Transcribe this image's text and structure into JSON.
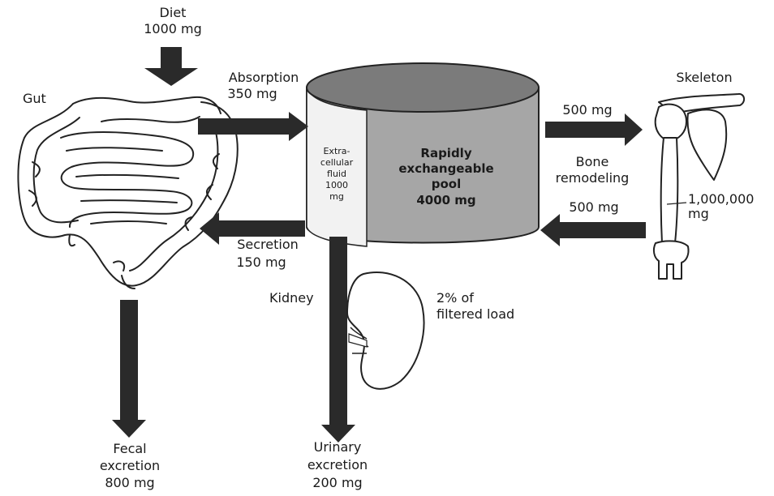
{
  "diet": {
    "label": "Diet",
    "amount": "1000 mg"
  },
  "gut": {
    "label": "Gut"
  },
  "absorption": {
    "label": "Absorption",
    "amount": "350 mg"
  },
  "secretion": {
    "label": "Secretion",
    "amount": "150 mg"
  },
  "fecal": {
    "line1": "Fecal",
    "line2": "excretion",
    "amount": "800 mg"
  },
  "ecf": {
    "line1": "Extra-",
    "line2": "cellular",
    "line3": "fluid",
    "line4": "1000",
    "line5": "mg"
  },
  "pool": {
    "line1": "Rapidly",
    "line2": "exchangeable",
    "line3": "pool",
    "line4": "4000 mg"
  },
  "to_bone": {
    "amount": "500 mg"
  },
  "from_bone": {
    "amount": "500 mg"
  },
  "remodeling": {
    "line1": "Bone",
    "line2": "remodeling"
  },
  "skeleton": {
    "label": "Skeleton",
    "amount_line1": "1,000,000",
    "amount_line2": "mg"
  },
  "kidney": {
    "label": "Kidney",
    "filtered_line1": "2% of",
    "filtered_line2": "filtered load"
  },
  "urinary": {
    "line1": "Urinary",
    "line2": "excretion",
    "amount": "200 mg"
  }
}
